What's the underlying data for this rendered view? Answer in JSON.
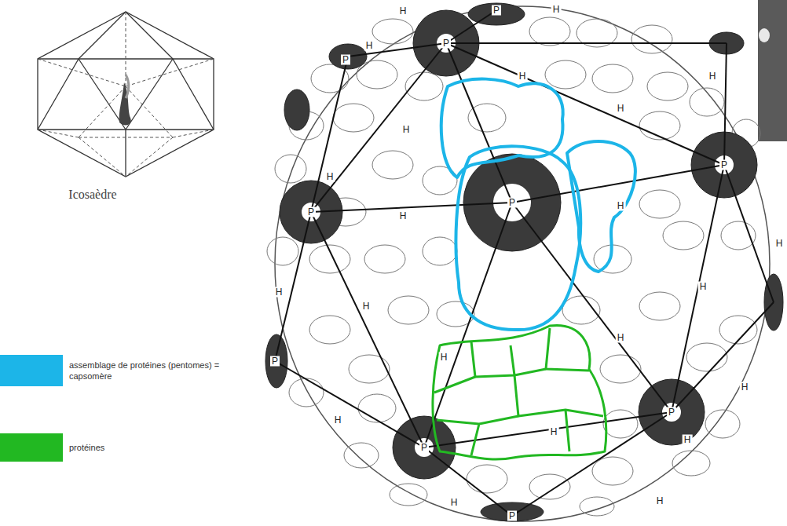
{
  "diagram": {
    "labels": [
      "H",
      "P",
      "H",
      "P",
      "H",
      "P",
      "H",
      "H",
      "H",
      "H",
      "P",
      "H",
      "Icosaèdre",
      "P",
      "H",
      "P",
      "H",
      "H",
      "H",
      "H",
      "H",
      "H",
      "H",
      "P",
      "H",
      "P",
      "H",
      "H",
      "H",
      "P",
      "H",
      "H",
      "P"
    ],
    "legend": [
      {
        "text": "assemblage de protéines (pentomes) = capsomère",
        "color": "#1cb5e8"
      },
      {
        "text": "protéines",
        "color": "#22b822"
      }
    ]
  }
}
